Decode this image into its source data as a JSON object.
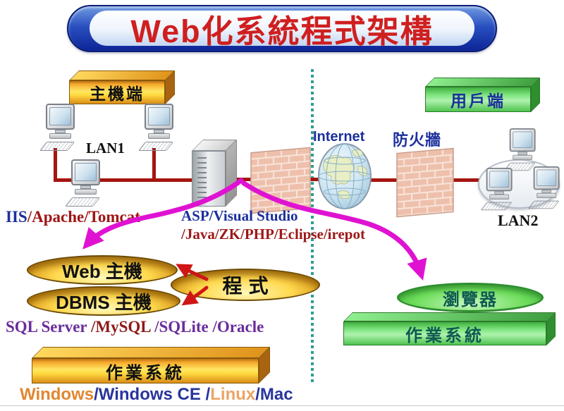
{
  "title": {
    "text": "Web化系統程式架構"
  },
  "zones": {
    "host": {
      "label": "主機端"
    },
    "client": {
      "label": "用戶端"
    }
  },
  "network": {
    "lan1_label": "LAN1",
    "lan2_label": "LAN2",
    "internet_label": "Internet",
    "firewall_label": "防火牆"
  },
  "host_stack": {
    "web_server_software": [
      {
        "text": "IIS",
        "color": "#1c2f9c"
      },
      {
        "text": "/Apache/Tomcat",
        "color": "#a01515"
      }
    ],
    "dev_tools_line1": [
      {
        "text": "ASP/Visual Studio",
        "color": "#1c2f9c"
      }
    ],
    "dev_tools_line2": [
      {
        "text": "/Java/ZK/PHP/Eclipse/irepot",
        "color": "#9c1818"
      }
    ],
    "web_host_label": "Web 主機",
    "dbms_host_label": "DBMS 主機",
    "program_label": "程式",
    "databases": [
      {
        "text": "SQL Server ",
        "color": "#6a2d9c"
      },
      {
        "text": "/MySQL ",
        "color": "#8c1a1a"
      },
      {
        "text": "/SQLite ",
        "color": "#6a2d9c"
      },
      {
        "text": "/Oracle",
        "color": "#6a2d9c"
      }
    ],
    "os_label": "作業系統",
    "os_options": [
      {
        "text": "Windows",
        "color": "#e2862f"
      },
      {
        "text": "/Windows CE /",
        "color": "#28359b"
      },
      {
        "text": "Linux",
        "color": "#eda465"
      },
      {
        "text": "/Mac",
        "color": "#28359b"
      }
    ]
  },
  "client_stack": {
    "browser_label": "瀏覽器",
    "os_label": "作業系統"
  },
  "colors": {
    "title_text": "#cf1f1f",
    "banner_blue": "#0c2496",
    "divider_teal": "#2e9e8e",
    "network_cable_red": "#a51410",
    "flow_arrow_magenta": "#e012d2",
    "link_arrow_red": "#cf1515",
    "gold_box": "#ffd93e",
    "green_box": "#7fe57f"
  },
  "icons": {
    "desktop-computer": "css-shape",
    "server-tower": "css-shape",
    "firewall-brick-wall": "svg-pattern",
    "internet-globe": "svg",
    "lan2-cloud": "css-ellipse",
    "magenta-flow-arrow": "svg-path",
    "red-link-arrow": "svg-path"
  }
}
